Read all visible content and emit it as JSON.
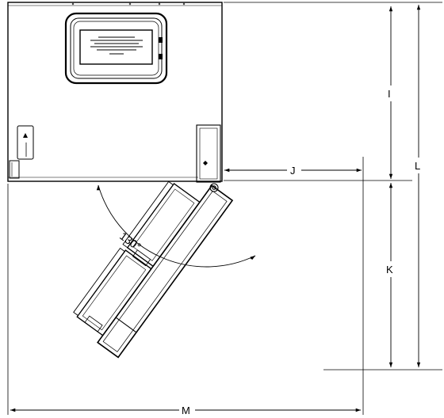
{
  "dimensions": {
    "I": "I",
    "J": "J",
    "K": "K",
    "L": "L",
    "M": "M"
  },
  "angle": "130°",
  "colors": {
    "line": "#000000",
    "background": "#ffffff"
  },
  "icons": {
    "cabinet": "freezer-cabinet-top-view",
    "door": "open-door-top-view",
    "label": "nameplate-label",
    "arrow": "dimension-arrow"
  }
}
